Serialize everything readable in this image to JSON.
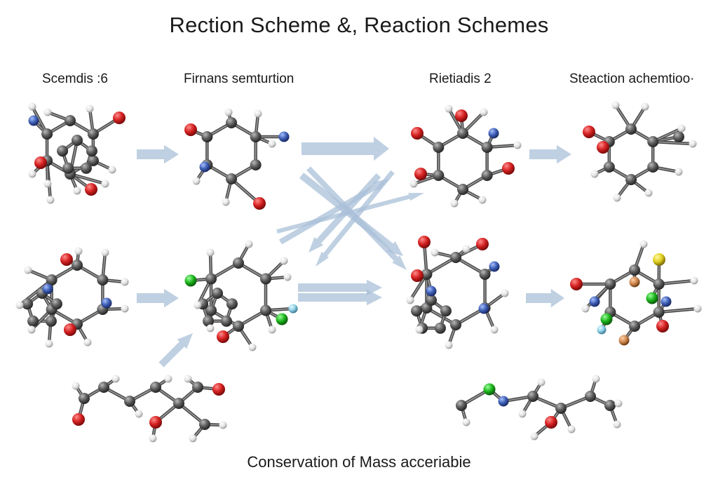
{
  "title": "Rection Scheme &, Reaction Schemes",
  "labels": {
    "col1": "Scemdis :6",
    "col2": "Firnans semturtion",
    "col3": "Rietiadis 2",
    "col4": "Steaction achemtioo·"
  },
  "footer": "Conservation of Mass acceriabie",
  "colors": {
    "carbon": "#5b5b5b",
    "hydrogen": "#e6e6e6",
    "oxygen": "#d42020",
    "nitrogen": "#3d5fb5",
    "chlorine": "#1cb51c",
    "sulfur": "#e0d020",
    "fluorine": "#8fd0e8",
    "boron": "#d08850",
    "arrow": "#a9c0d8"
  }
}
